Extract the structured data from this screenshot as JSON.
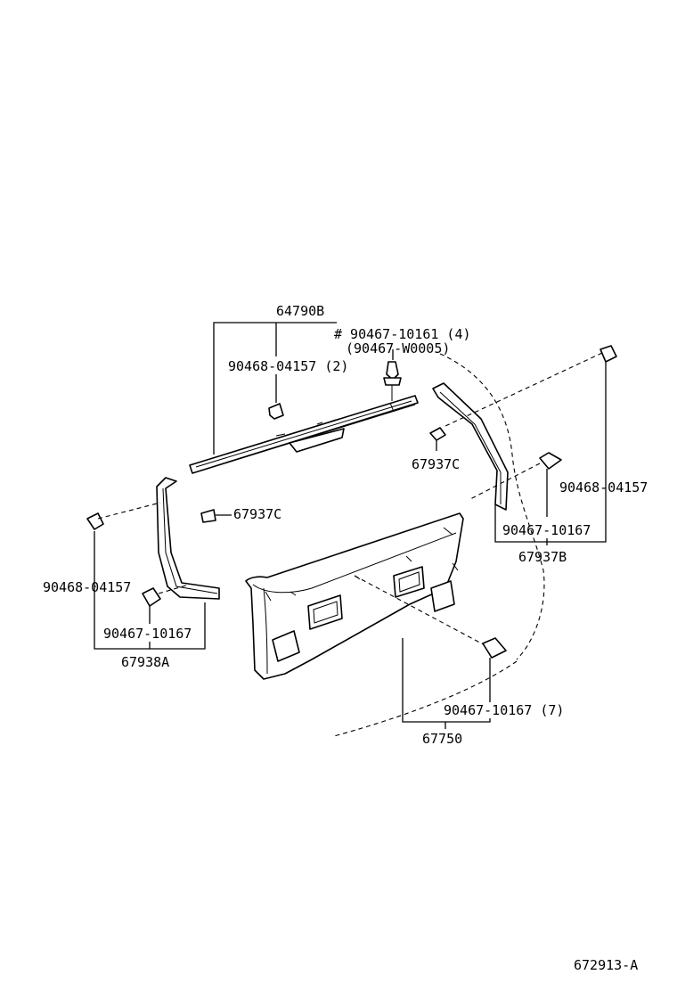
{
  "labels": {
    "part_64790B": "64790B",
    "clip_90467_10161": "# 90467-10161 (4)",
    "clip_90467_W0005": "(90467-W0005)",
    "clip_90468_04157_2": "90468-04157 (2)",
    "part_67937C_right": "67937C",
    "clip_90468_04157_right": "90468-04157",
    "clip_90467_10167_right": "90467-10167",
    "part_67937B": "67937B",
    "part_67937C_left": "67937C",
    "clip_90468_04157_left": "90468-04157",
    "clip_90467_10167_left": "90467-10167",
    "part_67938A": "67938A",
    "clip_90467_10167_7": "90467-10167 (7)",
    "part_67750": "67750",
    "diagram_id": "672913-A"
  }
}
